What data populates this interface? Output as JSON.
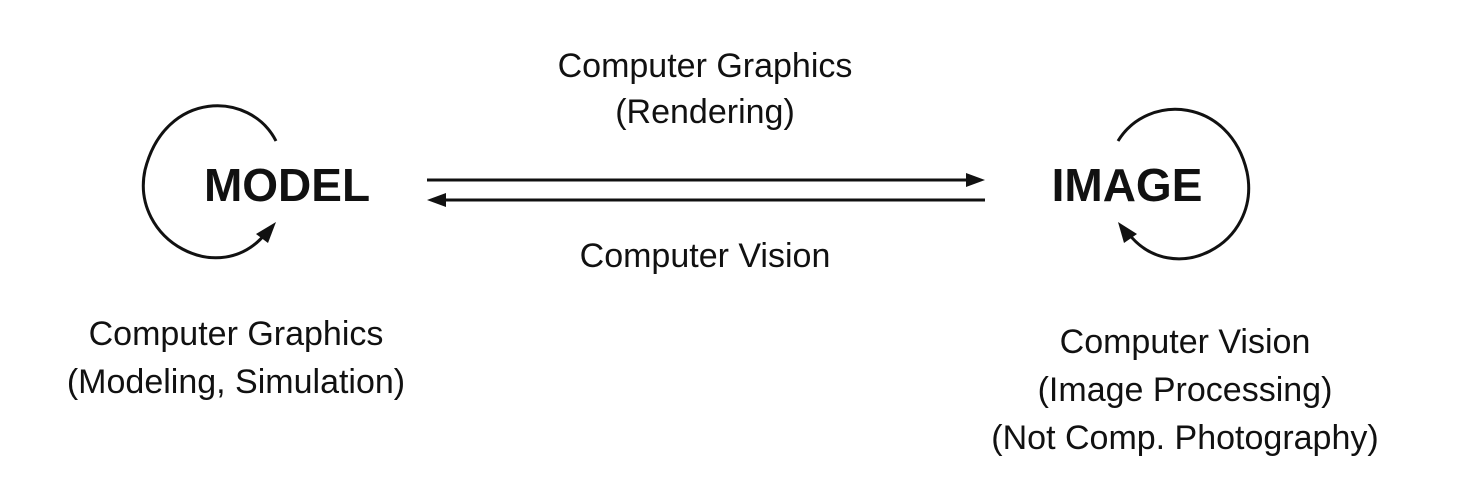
{
  "nodes": {
    "model": {
      "label": "MODEL"
    },
    "image": {
      "label": "IMAGE"
    }
  },
  "edges": {
    "forward": {
      "line1": "Computer Graphics",
      "line2": "(Rendering)"
    },
    "backward": {
      "line1": "Computer Vision"
    }
  },
  "self_loops": {
    "model": {
      "line1": "Computer Graphics",
      "line2": "(Modeling, Simulation)"
    },
    "image": {
      "line1": "Computer Vision",
      "line2": "(Image Processing)",
      "line3": "(Not Comp. Photography)"
    }
  },
  "colors": {
    "ink": "#111111",
    "background": "#ffffff"
  }
}
